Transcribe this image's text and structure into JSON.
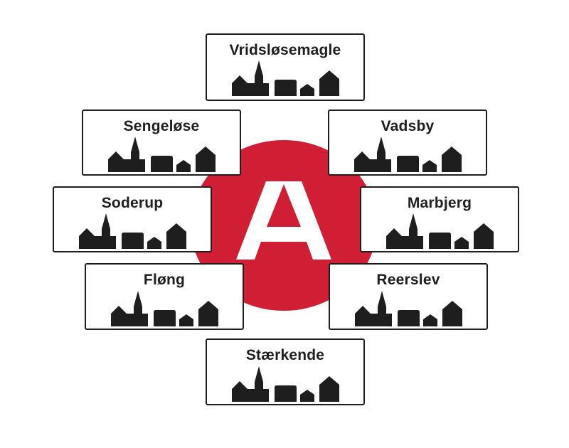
{
  "logo": {
    "letter": "A",
    "color": "#d01f35",
    "letter_color": "#ffffff"
  },
  "signs": [
    {
      "name": "Vridsløsemagle",
      "icon": "town-skyline-icon"
    },
    {
      "name": "Sengeløse",
      "icon": "town-skyline-icon"
    },
    {
      "name": "Vadsby",
      "icon": "town-skyline-icon"
    },
    {
      "name": "Soderup",
      "icon": "town-skyline-icon"
    },
    {
      "name": "Marbjerg",
      "icon": "town-skyline-icon"
    },
    {
      "name": "Fløng",
      "icon": "town-skyline-icon"
    },
    {
      "name": "Reerslev",
      "icon": "town-skyline-icon"
    },
    {
      "name": "Stærkende",
      "icon": "town-skyline-icon"
    }
  ],
  "colors": {
    "sign_border": "#1e1e1e",
    "sign_background": "#ffffff"
  }
}
